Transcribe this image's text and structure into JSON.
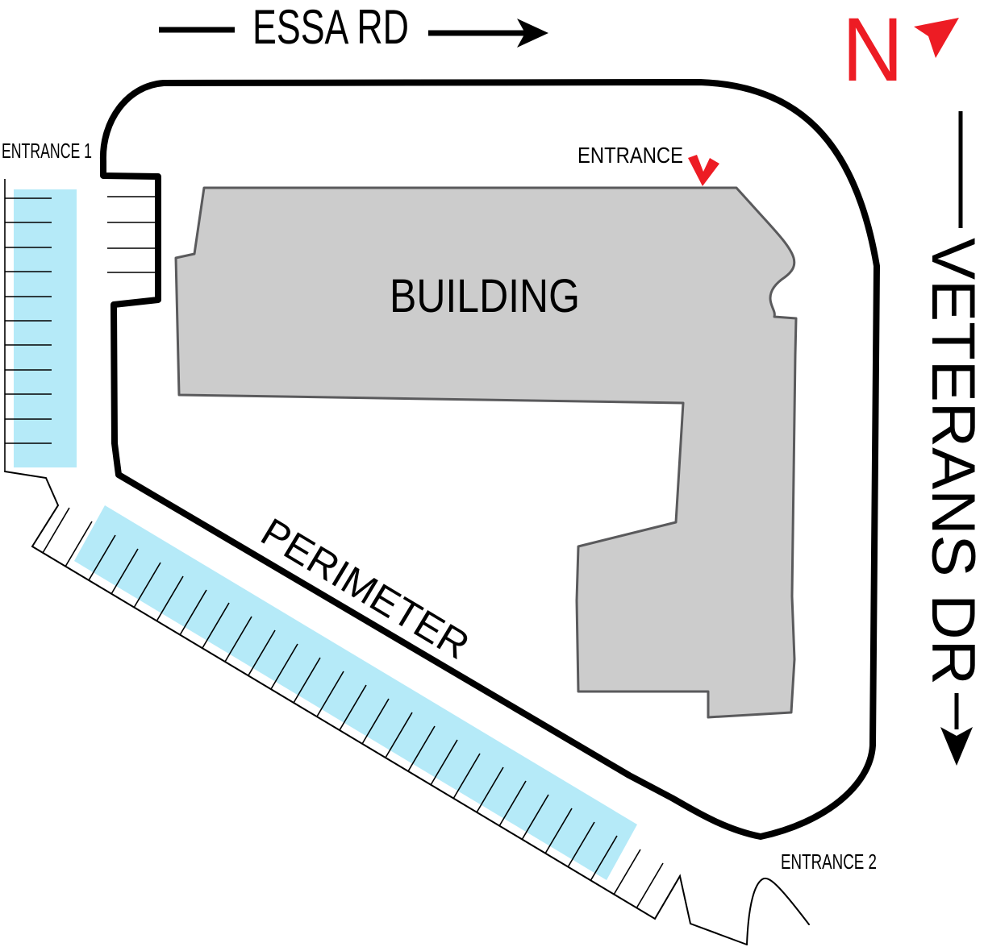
{
  "labels": {
    "essa_rd": "ESSA RD",
    "north": "N",
    "veterans_dr": "VETERANS DR",
    "entrance_1": "ENTRANCE 1",
    "entrance": "ENTRANCE",
    "entrance_2": "ENTRANCE 2",
    "building": "BUILDING",
    "perimeter": "PERIMETER"
  },
  "colors": {
    "accent_red": "#ED1C24",
    "parking_fill": "#B5EAF8",
    "building_fill": "#CCCCCC",
    "building_stroke": "#5A5A5C",
    "line_black": "#000000"
  },
  "icons": {
    "north_pointer_icon": "red northeast navigation pointer beside N",
    "east_arrow_icon": "black rightward arrow after ESSA RD",
    "south_arrow_icon": "black downward arrow below VETERANS DR",
    "entrance_marker_icon": "red V-shaped arrow pointing at building entrance"
  }
}
